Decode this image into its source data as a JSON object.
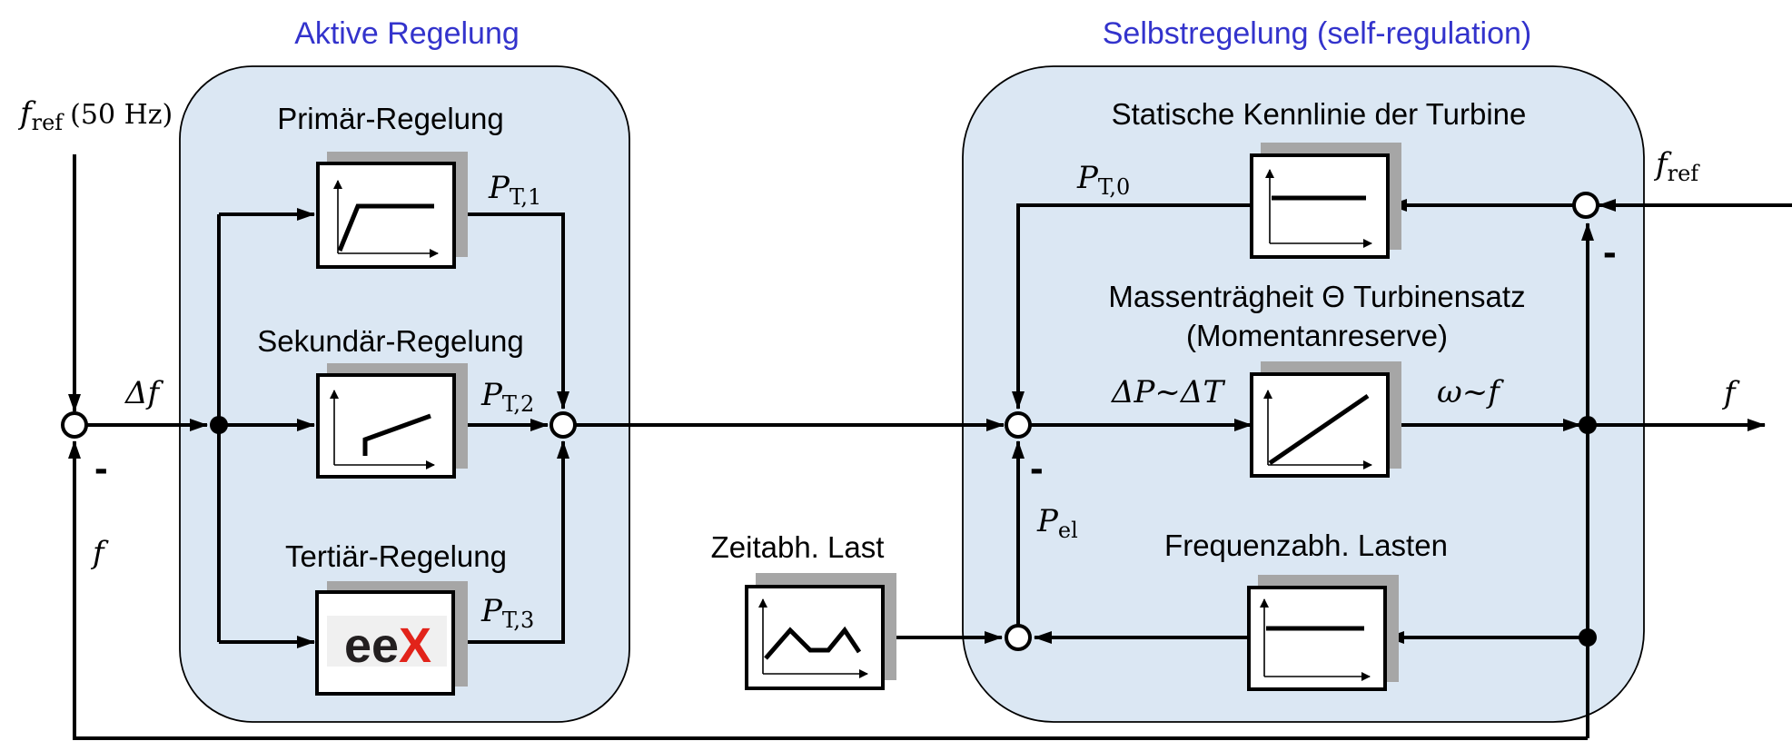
{
  "regions": {
    "active": {
      "title": "Aktive Regelung"
    },
    "self": {
      "title": "Selbstregelung (self-regulation)"
    }
  },
  "blocks": {
    "primary": {
      "label": "Primär-Regelung"
    },
    "secondary": {
      "label": "Sekundär-Regelung"
    },
    "tertiary": {
      "label": "Tertiär-Regelung",
      "logo_text": "eeX"
    },
    "time_load": {
      "label": "Zeitabh. Last"
    },
    "turbine_static": {
      "label": "Statische Kennlinie der Turbine"
    },
    "inertia": {
      "label_line1": "Massenträgheit Θ Turbinensatz",
      "label_line2": "(Momentanreserve)"
    },
    "freq_loads": {
      "label": "Frequenzabh. Lasten"
    }
  },
  "signals": {
    "f_ref_left": {
      "base": "f",
      "sub": "ref",
      "suffix": "(50 Hz)"
    },
    "delta_f": "Δf",
    "f_feedback": "f",
    "P_T1": {
      "base": "P",
      "sub": "T,1"
    },
    "P_T2": {
      "base": "P",
      "sub": "T,2"
    },
    "P_T3": {
      "base": "P",
      "sub": "T,3"
    },
    "P_T0": {
      "base": "P",
      "sub": "T,0"
    },
    "f_ref_right": {
      "base": "f",
      "sub": "ref"
    },
    "delta_P": "ΔP~ΔT",
    "omega_f": "ω~f",
    "f_out": "f",
    "P_el": {
      "base": "P",
      "sub": "el"
    }
  },
  "signs": {
    "minus": "-"
  },
  "colors": {
    "title": "#3333cc",
    "region_fill": "#dbe7f3",
    "block_shadow": "#a6a6a6",
    "logo_red": "#e2231a",
    "logo_dark": "#231f20"
  }
}
